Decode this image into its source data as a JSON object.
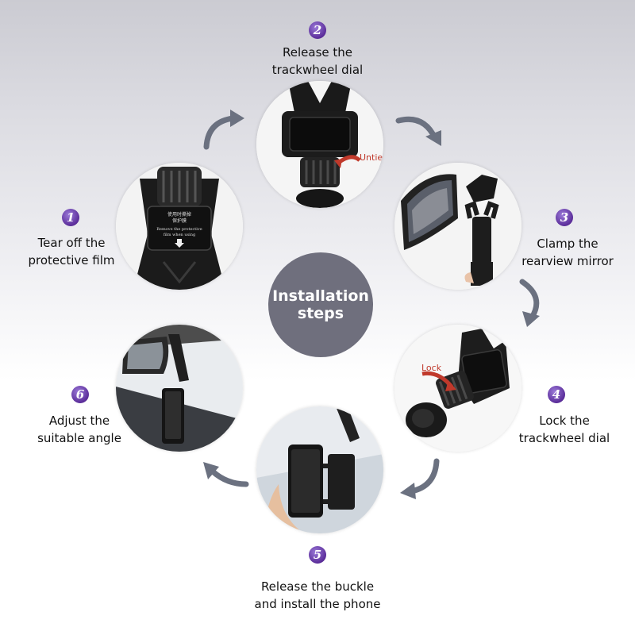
{
  "center": {
    "line1": "Installation",
    "line2": "steps"
  },
  "steps": [
    {
      "number": "1",
      "line1": "Tear off the",
      "line2": "protective film",
      "photo_text": [
        "使用时撕掉",
        "保护膜",
        "Remove the protective",
        "film when using"
      ]
    },
    {
      "number": "2",
      "line1": "Release the",
      "line2": "trackwheel dial",
      "photo_text": [
        "Untie"
      ]
    },
    {
      "number": "3",
      "line1": "Clamp the",
      "line2": "rearview mirror"
    },
    {
      "number": "4",
      "line1": "Lock the",
      "line2": "trackwheel dial",
      "photo_text": [
        "Lock"
      ]
    },
    {
      "number": "5",
      "line1": "Release the buckle",
      "line2": "and install the phone"
    },
    {
      "number": "6",
      "line1": "Adjust the",
      "line2": "suitable angle"
    }
  ],
  "colors": {
    "badge": "#5b2d9a",
    "center": "#6f6f7d",
    "arrow": "#6b7180",
    "red_arrow": "#c0392b"
  }
}
